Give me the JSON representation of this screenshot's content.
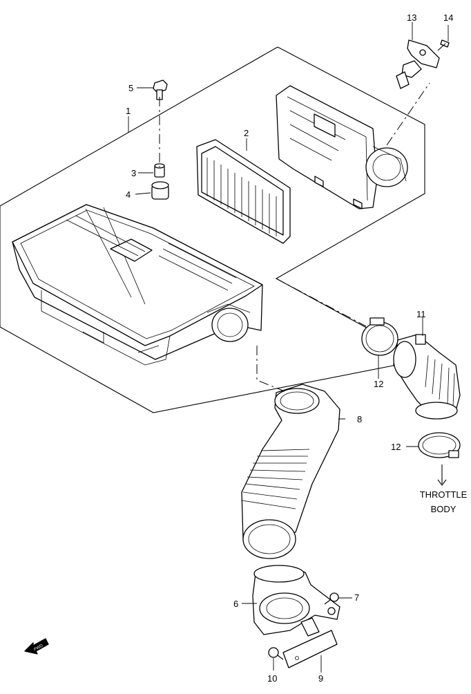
{
  "callouts": {
    "c1": "1",
    "c2": "2",
    "c3": "3",
    "c4": "4",
    "c5": "5",
    "c6": "6",
    "c7": "7",
    "c8": "8",
    "c9": "9",
    "c10": "10",
    "c11": "11",
    "c12a": "12",
    "c12b": "12",
    "c13": "13",
    "c14": "14"
  },
  "note": {
    "line1": "THROTTLE",
    "line2": "BODY"
  },
  "fwd_label": "FWD"
}
